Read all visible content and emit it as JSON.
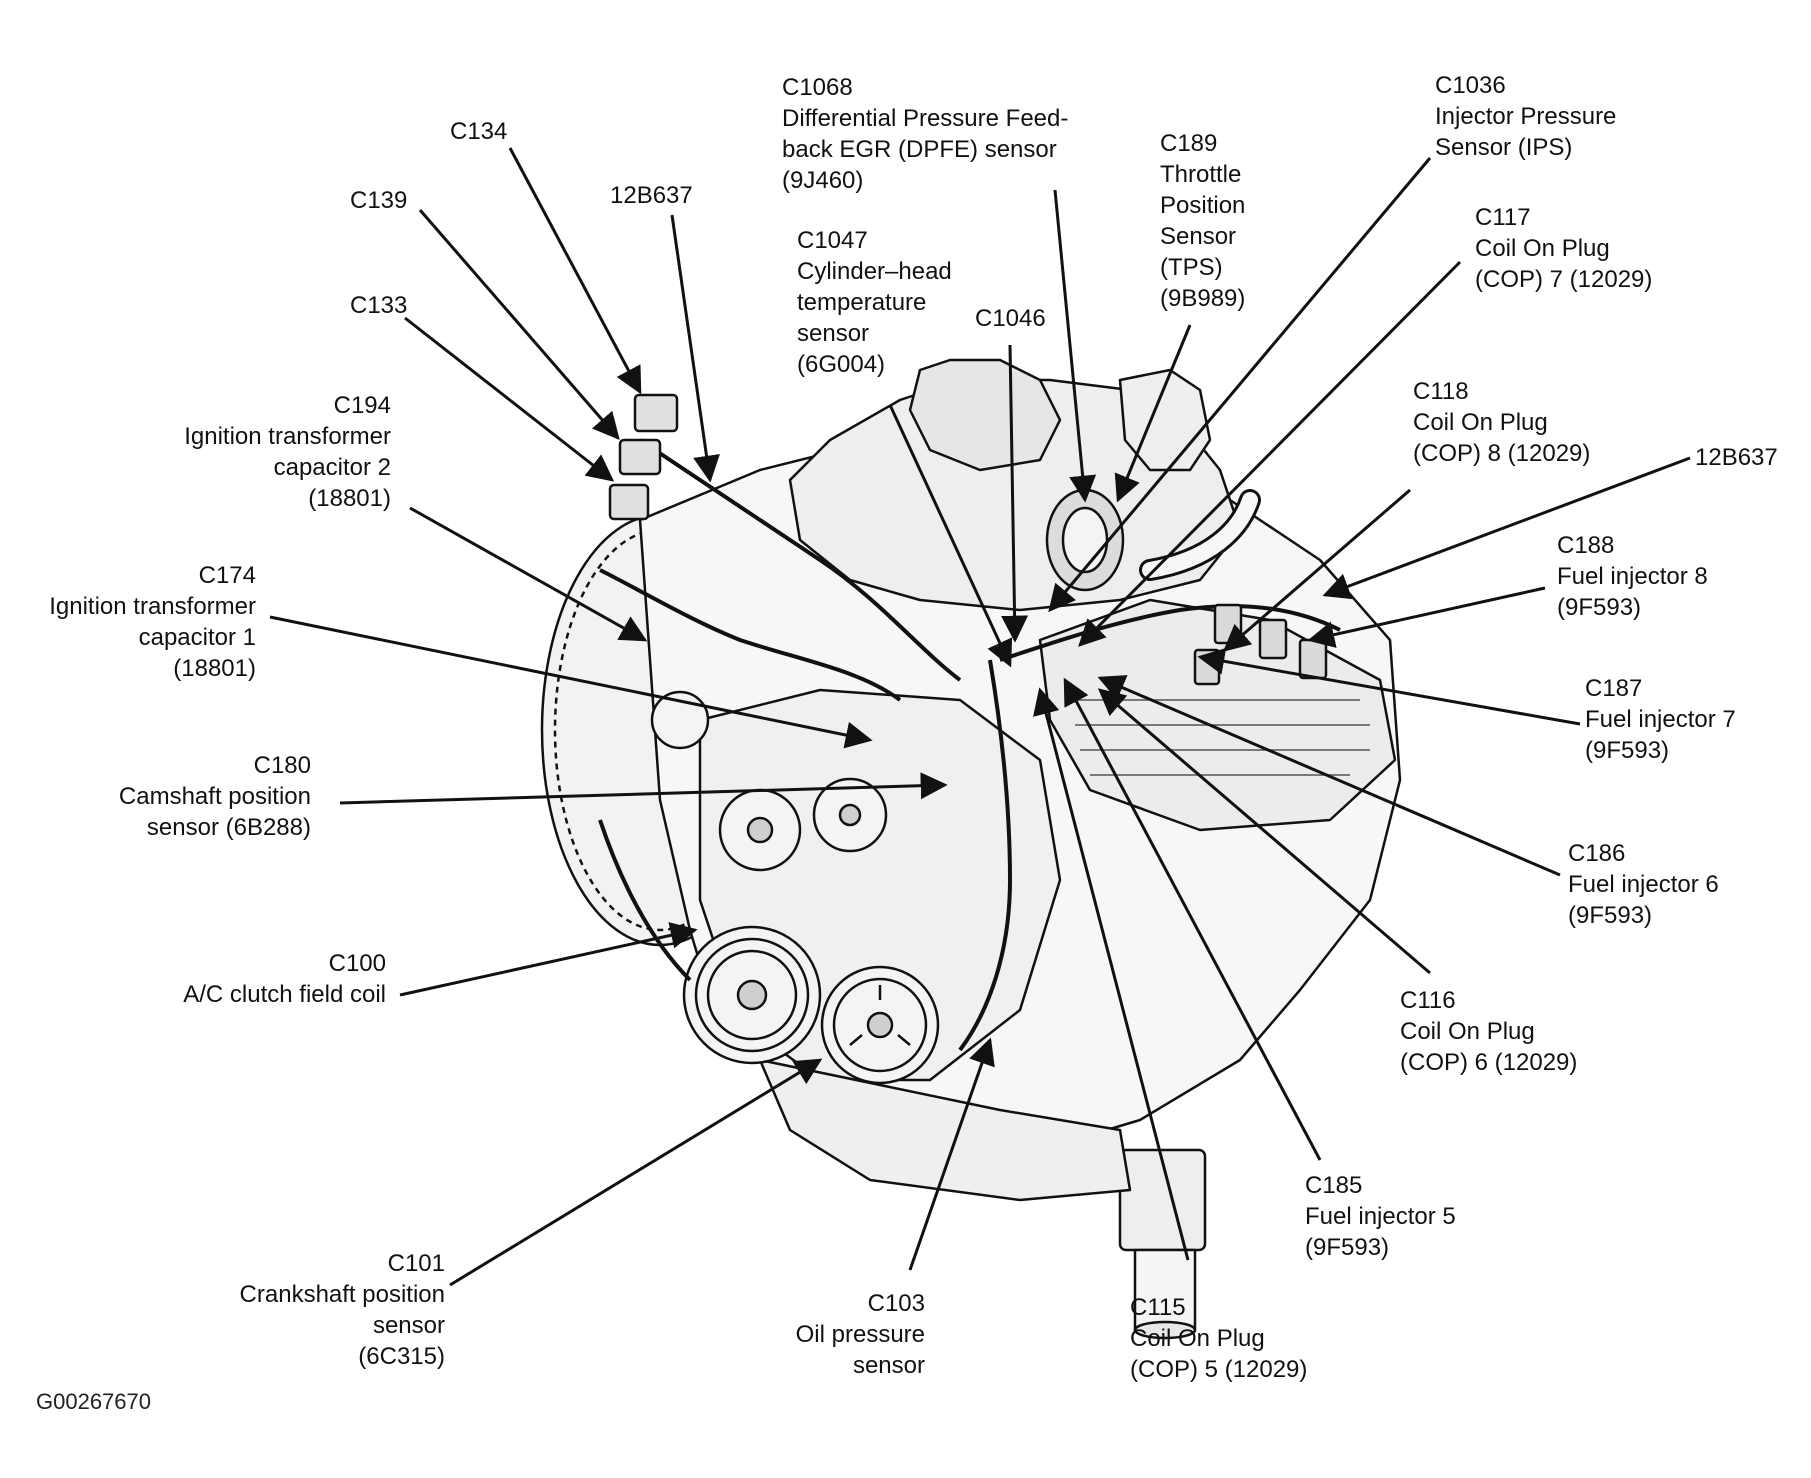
{
  "figure_id": "G00267670",
  "colors": {
    "ink": "#111111",
    "background": "#ffffff",
    "engine_fill": "#f7f7f7",
    "shade": "#cfcfcf"
  },
  "callouts": [
    {
      "id": "c134",
      "lines": [
        "C134"
      ]
    },
    {
      "id": "c139",
      "lines": [
        "C139"
      ]
    },
    {
      "id": "12b637a",
      "lines": [
        "12B637"
      ]
    },
    {
      "id": "c133",
      "lines": [
        "C133"
      ]
    },
    {
      "id": "c194",
      "lines": [
        "C194",
        "Ignition transformer",
        "capacitor 2",
        "(18801)"
      ]
    },
    {
      "id": "c174",
      "lines": [
        "C174",
        "Ignition transformer",
        "capacitor 1",
        "(18801)"
      ]
    },
    {
      "id": "c180",
      "lines": [
        "C180",
        "Camshaft position",
        "sensor (6B288)"
      ]
    },
    {
      "id": "c100",
      "lines": [
        "C100",
        "A/C clutch field coil"
      ]
    },
    {
      "id": "c101",
      "lines": [
        "C101",
        "Crankshaft position",
        "sensor",
        "(6C315)"
      ]
    },
    {
      "id": "c103",
      "lines": [
        "C103",
        "Oil pressure",
        "sensor"
      ]
    },
    {
      "id": "c1068",
      "lines": [
        "C1068",
        "Differential Pressure Feed-",
        "back EGR (DPFE) sensor",
        "(9J460)"
      ]
    },
    {
      "id": "c1047",
      "lines": [
        "C1047",
        "Cylinder–head",
        "temperature",
        "sensor",
        "(6G004)"
      ]
    },
    {
      "id": "c1046",
      "lines": [
        "C1046"
      ]
    },
    {
      "id": "c189",
      "lines": [
        "C189",
        "Throttle",
        "Position",
        "Sensor",
        "(TPS)",
        "(9B989)"
      ]
    },
    {
      "id": "c1036",
      "lines": [
        "C1036",
        "Injector Pressure",
        "Sensor (IPS)"
      ]
    },
    {
      "id": "c117",
      "lines": [
        "C117",
        "Coil On Plug",
        "(COP) 7 (12029)"
      ]
    },
    {
      "id": "c118",
      "lines": [
        "C118",
        "Coil On Plug",
        "(COP) 8 (12029)"
      ]
    },
    {
      "id": "12b637b",
      "lines": [
        "12B637"
      ]
    },
    {
      "id": "c188",
      "lines": [
        "C188",
        "Fuel injector 8",
        "(9F593)"
      ]
    },
    {
      "id": "c187",
      "lines": [
        "C187",
        "Fuel injector 7",
        "(9F593)"
      ]
    },
    {
      "id": "c186",
      "lines": [
        "C186",
        "Fuel injector 6",
        "(9F593)"
      ]
    },
    {
      "id": "c116",
      "lines": [
        "C116",
        "Coil On Plug",
        "(COP) 6 (12029)"
      ]
    },
    {
      "id": "c185",
      "lines": [
        "C185",
        "Fuel injector 5",
        "(9F593)"
      ]
    },
    {
      "id": "c115",
      "lines": [
        "C115",
        "Coil On Plug",
        "(COP) 5 (12029)"
      ]
    }
  ]
}
